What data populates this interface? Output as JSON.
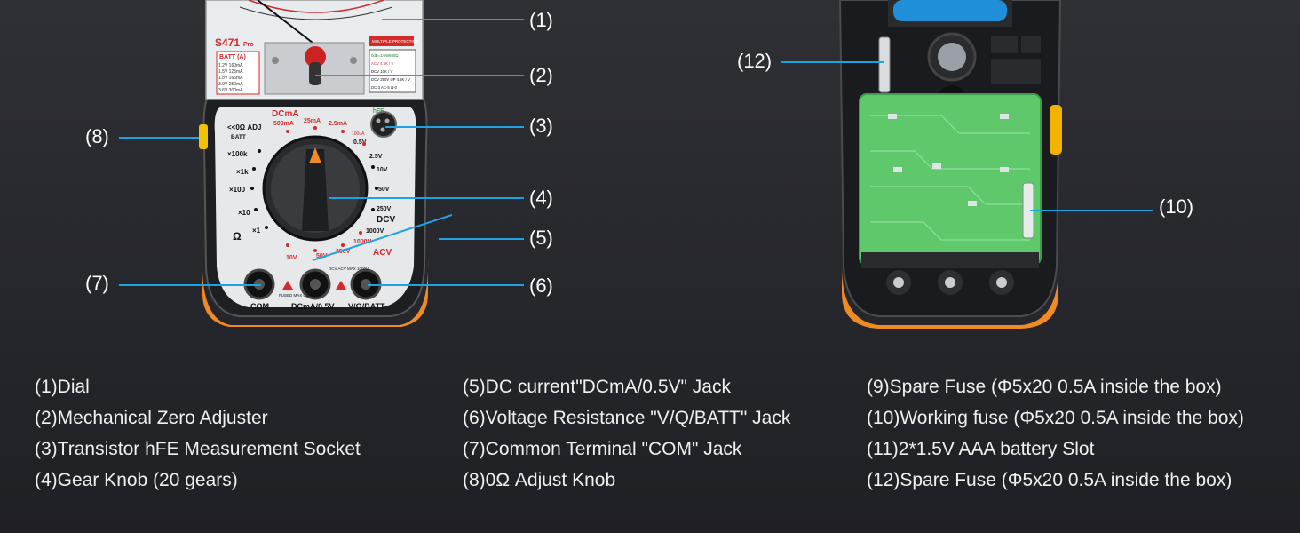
{
  "callouts": {
    "c1": "(1)",
    "c2": "(2)",
    "c3": "(3)",
    "c4": "(4)",
    "c5": "(5)",
    "c6": "(6)",
    "c7": "(7)",
    "c8": "(8)",
    "c10": "(10)",
    "c12": "(12)"
  },
  "meter": {
    "model": "S471",
    "model_suffix": "Pro",
    "batt_label": "BATT (A)",
    "batt_rows": [
      "1.2V 160mA",
      "1.5V 125mA",
      "1.8V 165mA",
      "3.0V 250mA",
      "3.6V 300mA"
    ],
    "protection_label": "MULTIPLE PROTECTION",
    "spec_rows": [
      "0dB=1mW600Ω",
      "ACV 4.5K / V",
      "DCV 10K / V",
      "DCV 250V UP 4.5K / V",
      "DC-3 AC-5 Ω-0"
    ],
    "adj_label": "<<0Ω ADJ",
    "dcma_label": "DCmA",
    "hfe_label": "hFE",
    "dcv_label": "DCV",
    "acv_label": "ACV",
    "ohm_label": "Ω",
    "range_left": [
      "BATT",
      "×100k",
      "×1k",
      "×100",
      "×10",
      "×1"
    ],
    "range_top": [
      "500mA",
      "25mA",
      "2.5mA",
      "100uA"
    ],
    "range_right_dcv": [
      "0.5V",
      "2.5V",
      "10V",
      "50V",
      "250V",
      "1000V"
    ],
    "range_acv": [
      "1000V",
      "250V",
      "50V",
      "10V"
    ],
    "jack_labels": [
      "COM",
      "DCmA/0.5V",
      "V/Ω/BATT"
    ],
    "fused_label": "FUSED MAX 0.5A",
    "dcv_max_label": "DCV ACV MAX 1000V"
  },
  "legend": {
    "col1": [
      "(1)Dial",
      "(2)Mechanical Zero Adjuster",
      "(3)Transistor hFE Measurement Socket",
      "(4)Gear Knob (20 gears)"
    ],
    "col2": [
      "(5)DC current\"DCmA/0.5V\" Jack",
      "(6)Voltage Resistance \"V/Q/BATT\" Jack",
      "(7)Common Terminal \"COM\" Jack",
      "(8)0Ω Adjust Knob"
    ],
    "col3": [
      "(9)Spare Fuse (Φ5x20 0.5A inside the box)",
      "(10)Working fuse (Φ5x20 0.5A inside the box)",
      "(11)2*1.5V AAA battery Slot",
      "(12)Spare Fuse (Φ5x20 0.5A inside the box)"
    ]
  },
  "colors": {
    "accent_blue": "#1fa3e0",
    "orange": "#f08a24",
    "red": "#d42a2a",
    "pcb_green": "#5ec86a"
  }
}
